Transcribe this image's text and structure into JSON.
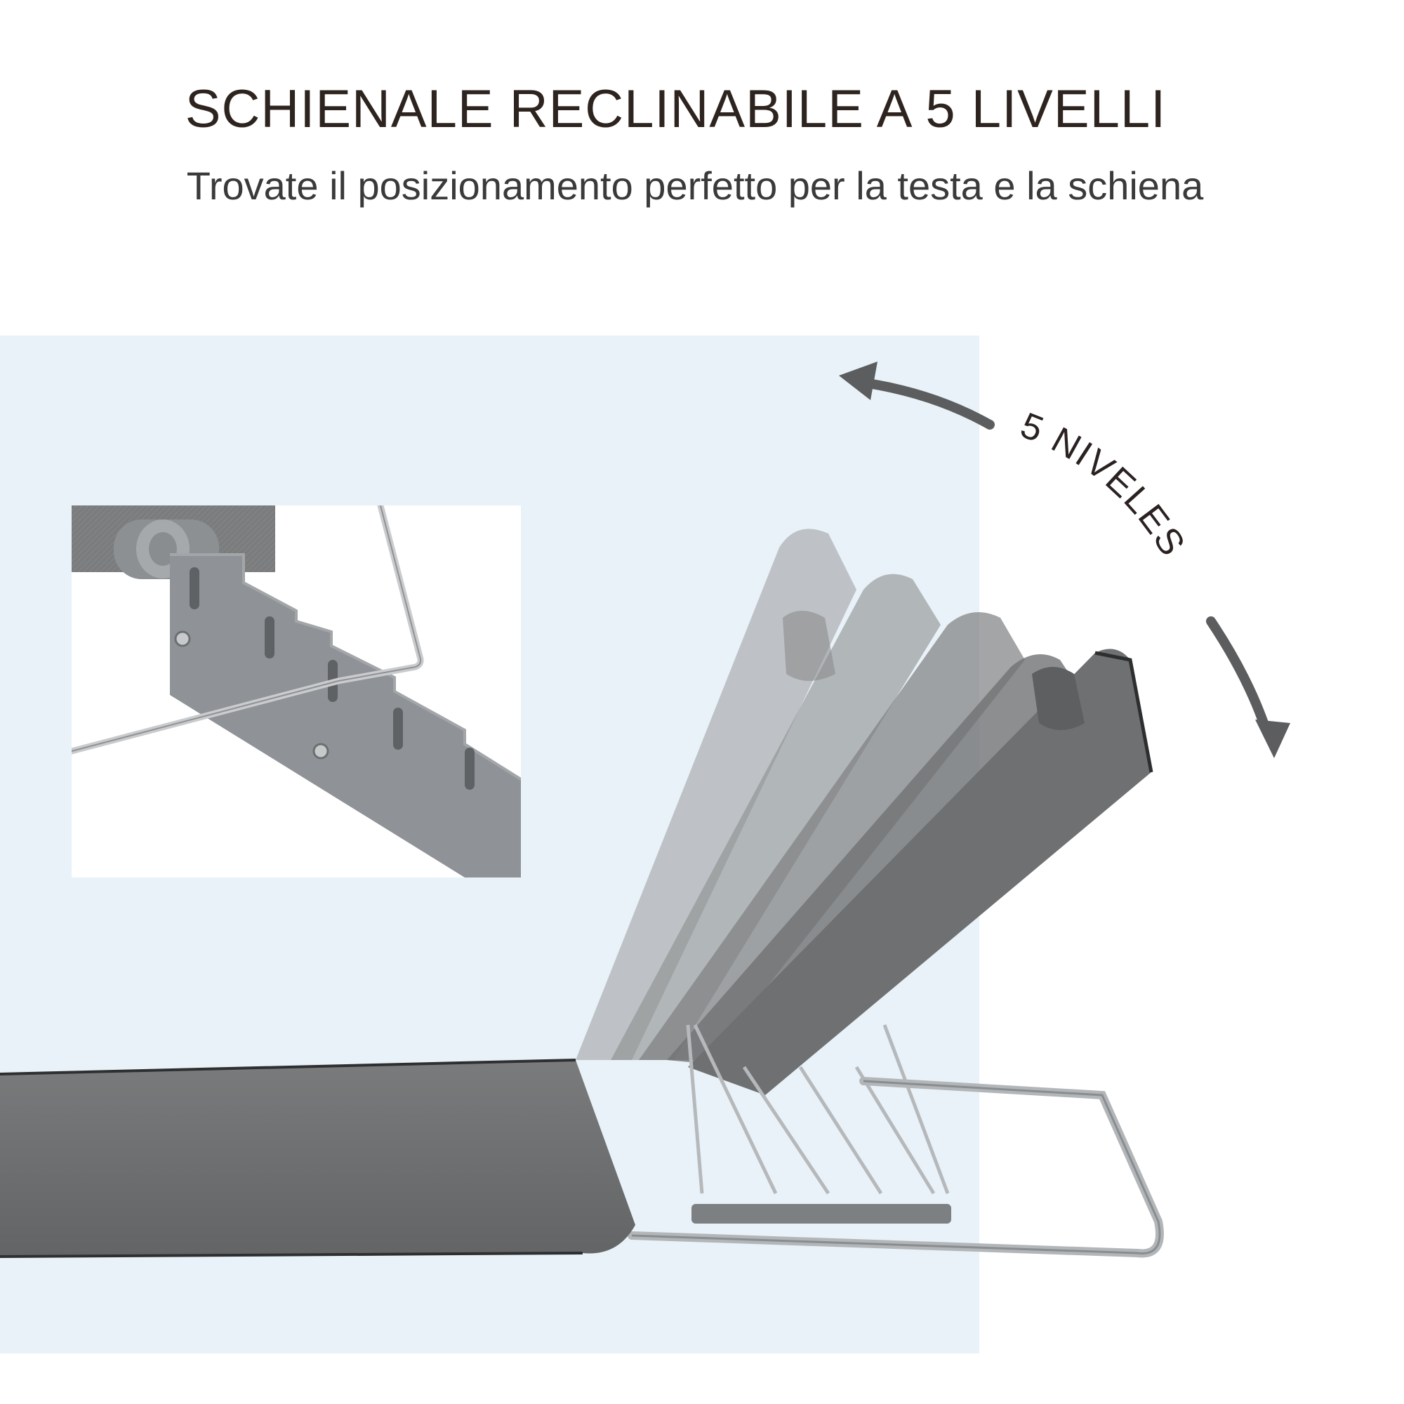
{
  "header": {
    "title": "SCHIENALE RECLINABILE A 5 LIVELLI",
    "subtitle": "Trovate il posizionamento perfetto per la testa e la schiena"
  },
  "annotation": {
    "levels_label": "5 NIVELES"
  },
  "colors": {
    "title_text": "#2e241f",
    "panel_background": "#e9f2f8",
    "fabric_gray": "#6f7071",
    "frame_metal": "#b9bcbf",
    "arrow_gray": "#5c5d5e"
  },
  "icons": [
    "arrow-up-left-icon",
    "arrow-down-right-icon"
  ]
}
